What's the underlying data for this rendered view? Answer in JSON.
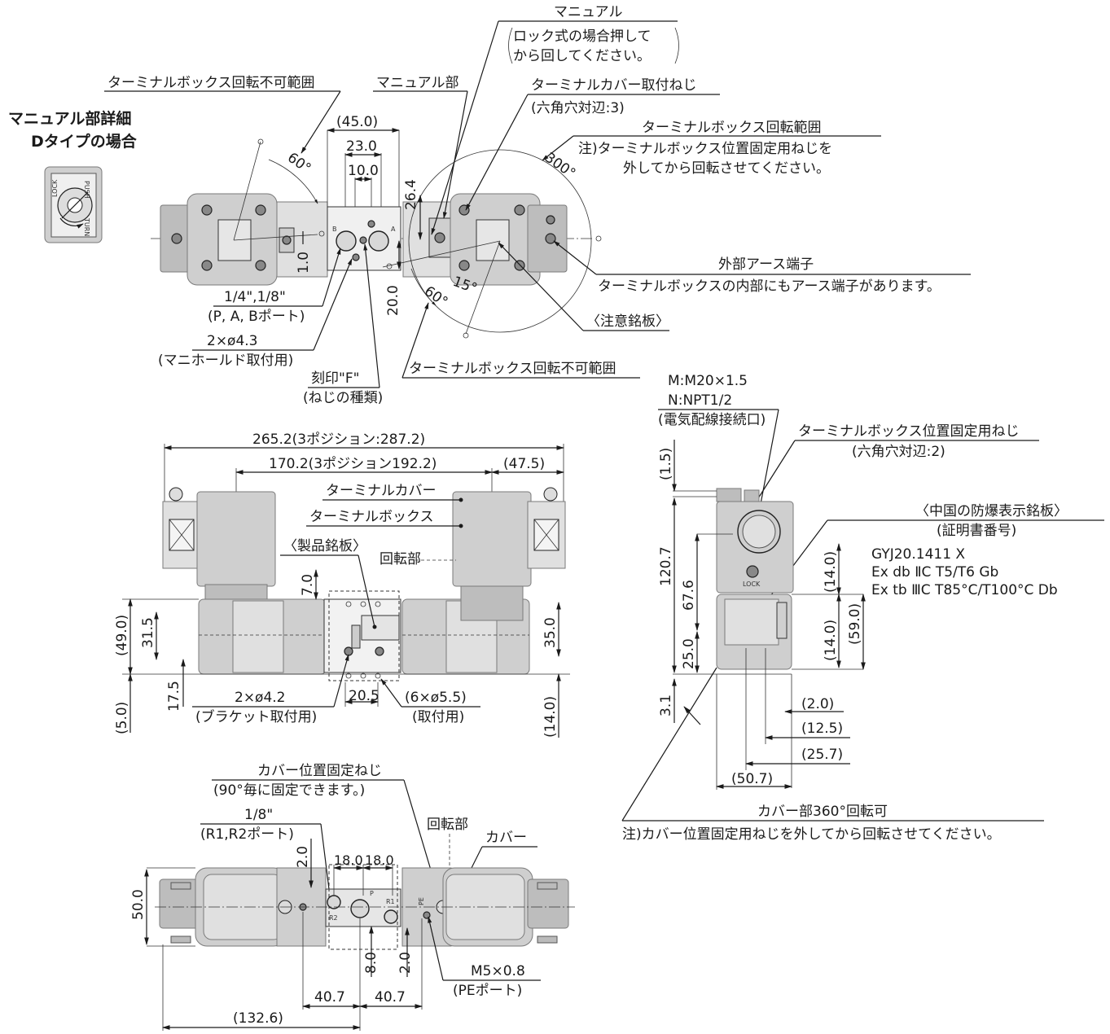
{
  "top_view": {
    "manual_title": "マニュアル",
    "manual_note_1": "ロック式の場合押して",
    "manual_note_2": "から回してください。",
    "tb_no_rotate_top": "ターミナルボックス回転不可範囲",
    "manual_part": "マニュアル部",
    "terminal_cover_screw": "ターミナルカバー取付ねじ",
    "hex_3": "(六角穴対辺:3)",
    "tb_rotate_range": "ターミナルボックス回転範囲",
    "tb_rotate_note_1": "注)ターミナルボックス位置固定用ねじを",
    "tb_rotate_note_2": "外してから回転させてください。",
    "angle_300": "300°",
    "angle_60_top": "60°",
    "angle_60_bottom": "60°",
    "angle_15": "15°",
    "dim_45": "(45.0)",
    "dim_23": "23.0",
    "dim_10": "10.0",
    "dim_26_4": "26.4",
    "dim_1_0": "1.0",
    "dim_20_0": "20.0",
    "ports_size": "1/4\",1/8\"",
    "ports_name": "(P, A, Bポート)",
    "mount_hole": "2×ø4.3",
    "mount_hole_use": "(マニホールド取付用)",
    "stamp_f": "刻印\"F\"",
    "stamp_f_note": "(ねじの種類)",
    "external_earth": "外部アース端子",
    "external_earth_note": "ターミナルボックスの内部にもアース端子があります。",
    "caution_plate": "〈注意銘板〉",
    "tb_no_rotate_bottom": "ターミナルボックス回転不可範囲",
    "port_b": "B",
    "port_a": "A"
  },
  "manual_detail": {
    "title_1": "マニュアル部詳細",
    "title_2": "Dタイプの場合",
    "lock": "LOCK",
    "push": "PUSH",
    "turn": "TURN"
  },
  "front_view": {
    "dim_total": "265.2(3ポジション:287.2)",
    "dim_center": "170.2(3ポジション192.2)",
    "dim_47_5": "(47.5)",
    "terminal_cover": "ターミナルカバー",
    "terminal_box": "ターミナルボックス",
    "product_plate": "〈製品銘板〉",
    "rotating_part": "回転部",
    "dim_7_0": "7.0",
    "dim_49": "(49.0)",
    "dim_31_5": "31.5",
    "dim_35": "35.0",
    "dim_5": "(5.0)",
    "dim_17_5": "17.5",
    "bracket_hole": "2×ø4.2",
    "bracket_use": "(ブラケット取付用)",
    "dim_20_5": "20.5",
    "mount_holes": "(6×ø5.5)",
    "mount_use": "(取付用)",
    "dim_14_0": "(14.0)"
  },
  "side_view": {
    "thread_m": "M:M20×1.5",
    "thread_n": "N:NPT1/2",
    "conduit": "(電気配線接続口)",
    "tb_fix_screw": "ターミナルボックス位置固定用ねじ",
    "hex_2": "(六角穴対辺:2)",
    "china_plate": "〈中国の防爆表示銘板〉",
    "cert_no": "(証明書番号)",
    "cert_line_1": "GYJ20.1411 X",
    "cert_line_2": "Ex db ⅡC T5/T6 Gb",
    "cert_line_3": "Ex tb ⅢC T85°C/T100°C Db",
    "dim_1_5": "(1.5)",
    "dim_120_7": "120.7",
    "dim_67_6": "67.6",
    "dim_25": "25.0",
    "dim_3_1": "3.1",
    "dim_14_a": "(14.0)",
    "dim_14_b": "(14.0)",
    "dim_59": "(59.0)",
    "dim_2": "(2.0)",
    "dim_12_5": "(12.5)",
    "dim_25_7": "(25.7)",
    "dim_50_7": "(50.7)",
    "lock_label": "LOCK",
    "cover_rotate": "カバー部360°回転可",
    "cover_note": "注)カバー位置固定用ねじを外してから回転させてください。"
  },
  "bottom_view": {
    "cover_fix_screw": "カバー位置固定ねじ",
    "cover_fix_note": "(90°毎に固定できます。)",
    "port_size": "1/8\"",
    "port_names": "(R1,R2ポート)",
    "rotating_part": "回転部",
    "cover": "カバー",
    "dim_2_0_top": "2.0",
    "dim_18_a": "18.0",
    "dim_18_b": "18.0",
    "dim_50": "50.0",
    "dim_8": "8.0",
    "dim_2_0_bottom": "2.0",
    "pe_thread": "M5×0.8",
    "pe_port": "(PEポート)",
    "dim_40_7_a": "40.7",
    "dim_40_7_b": "40.7",
    "dim_132_6": "(132.6)",
    "port_r2": "R2",
    "port_p": "P",
    "port_r1": "R1",
    "port_pe": "PE"
  }
}
